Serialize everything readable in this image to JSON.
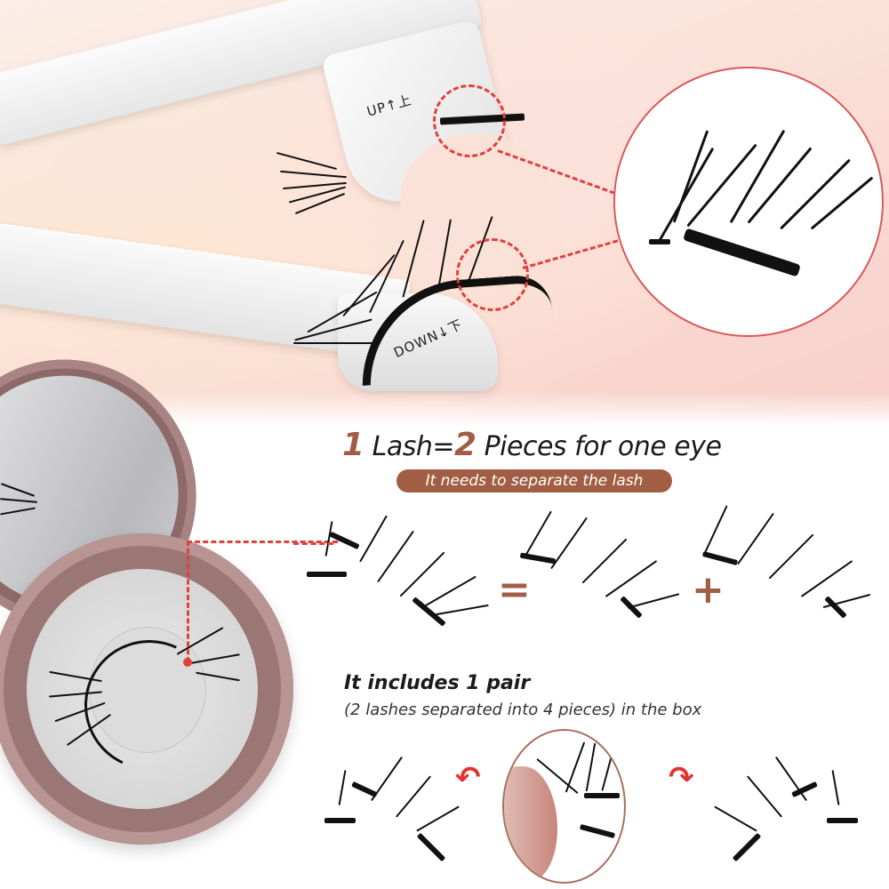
{
  "hero": {
    "tool_labels": {
      "up": "UP↑上",
      "down": "DOWN↓下"
    },
    "callout": "magnified-lash-magnet-detail"
  },
  "headline": {
    "num1": "1",
    "text1": " Lash=",
    "num2": "2",
    "text2": " Pieces for one eye",
    "pill": "It needs to separate the lash"
  },
  "equation": {
    "equals": "=",
    "plus": "+"
  },
  "includes": {
    "title": "It includes 1 pair",
    "description": "(2 lashes separated into 4 pieces) in the box"
  },
  "arrows": {
    "left": "↶",
    "right": "↷"
  },
  "colors": {
    "accent_brown": "#a25e44",
    "dash_red": "#e0413f",
    "arrow_red": "#e5332f",
    "compact_rose": "#9a7675"
  }
}
